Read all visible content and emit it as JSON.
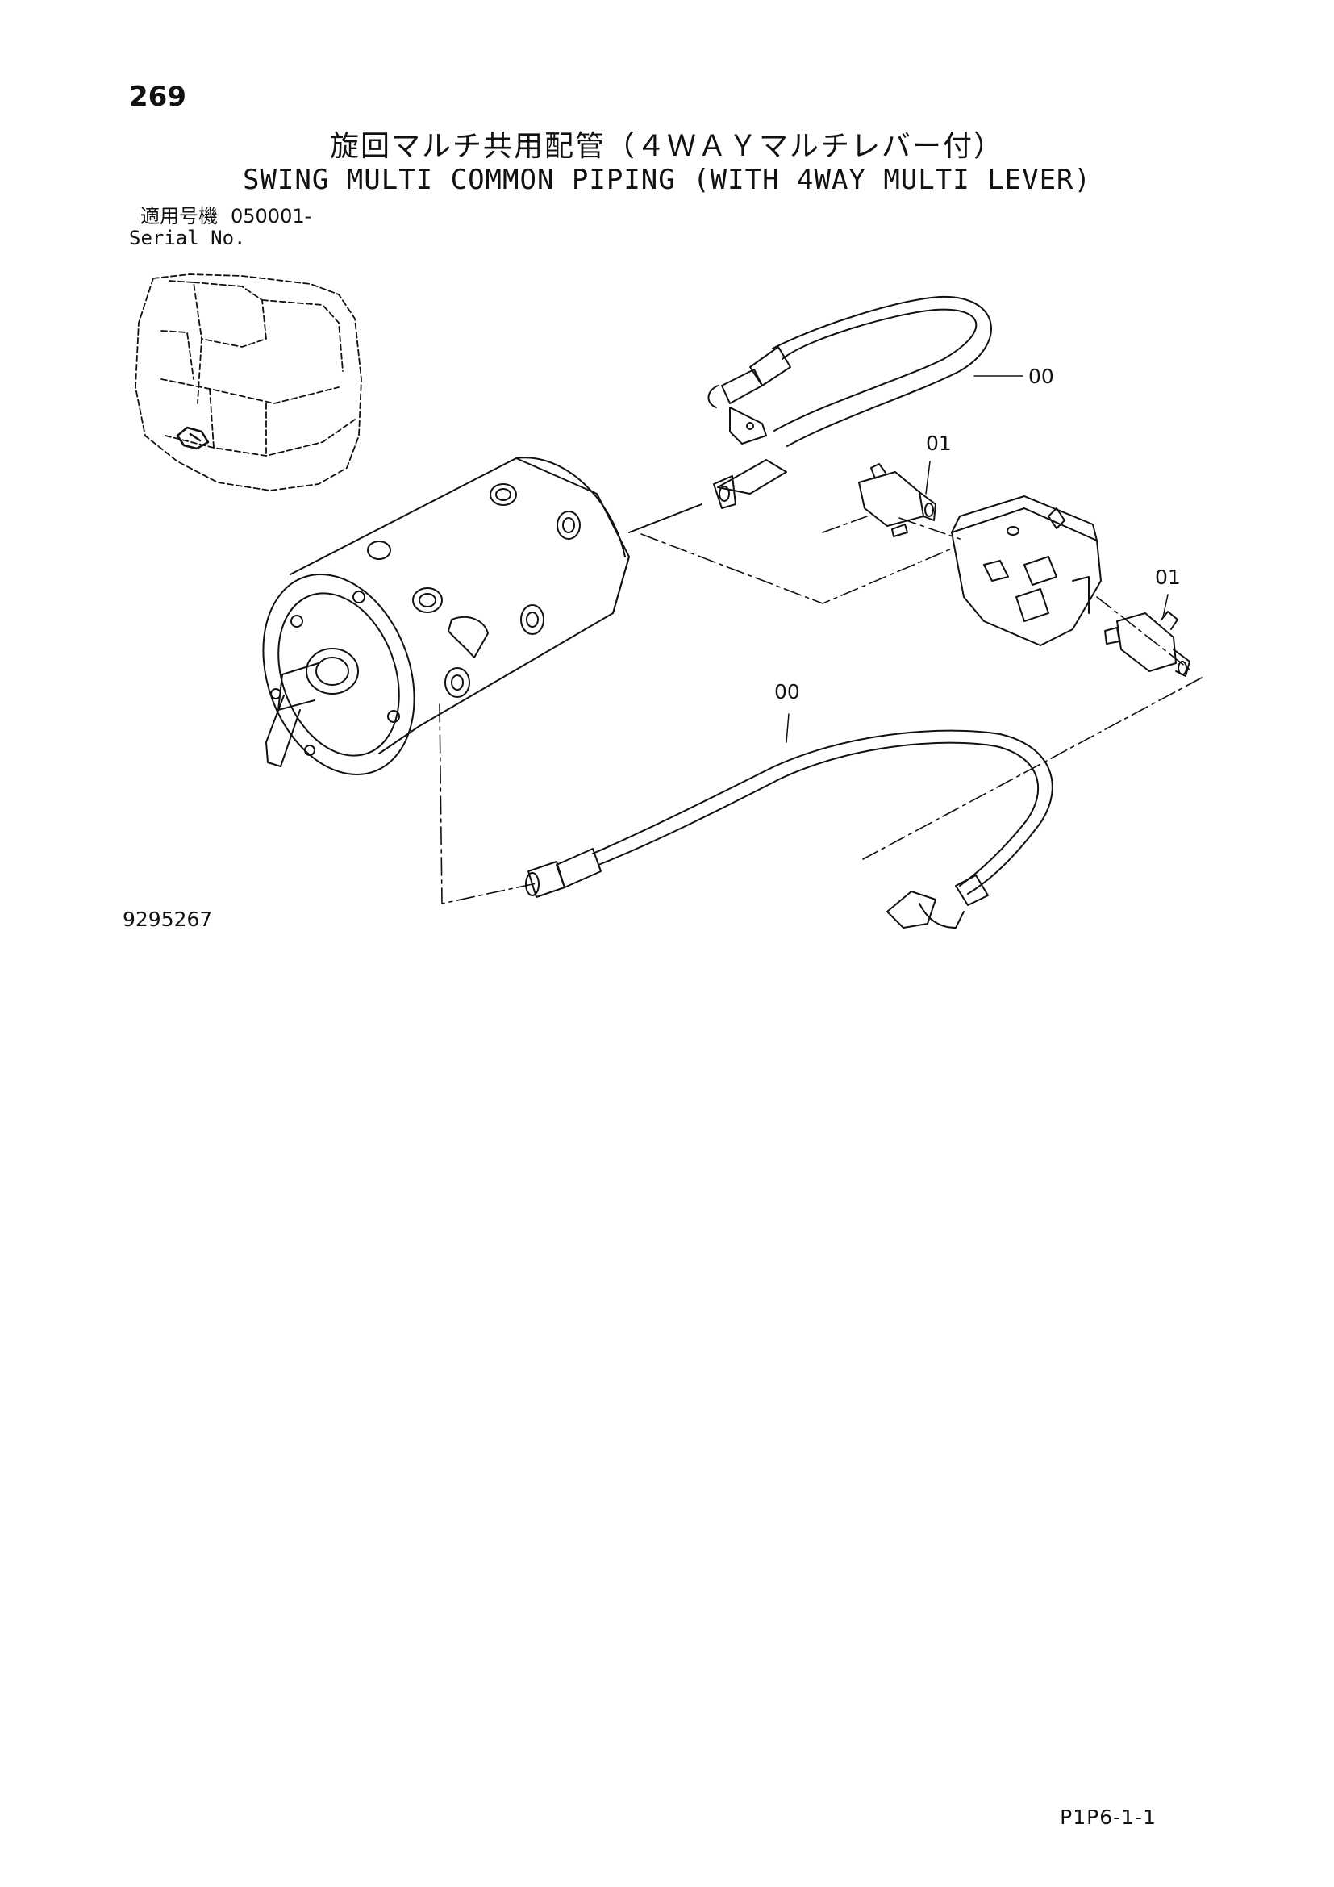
{
  "header": {
    "page_number": "269",
    "title_jp": "旋回マルチ共用配管（４ＷＡＹマルチレバー付）",
    "title_en": "SWING MULTI COMMON PIPING (WITH 4WAY MULTI LEVER)",
    "serial_label_jp": "適用号機",
    "serial_label_en": "Serial No.",
    "serial_value": "050001-"
  },
  "callouts": {
    "hose_top": "00",
    "tee_top": "01",
    "tee_right": "01",
    "hose_bottom": "00"
  },
  "footer": {
    "figure_number": "9295267",
    "page_code": "P1P6-1-1"
  }
}
